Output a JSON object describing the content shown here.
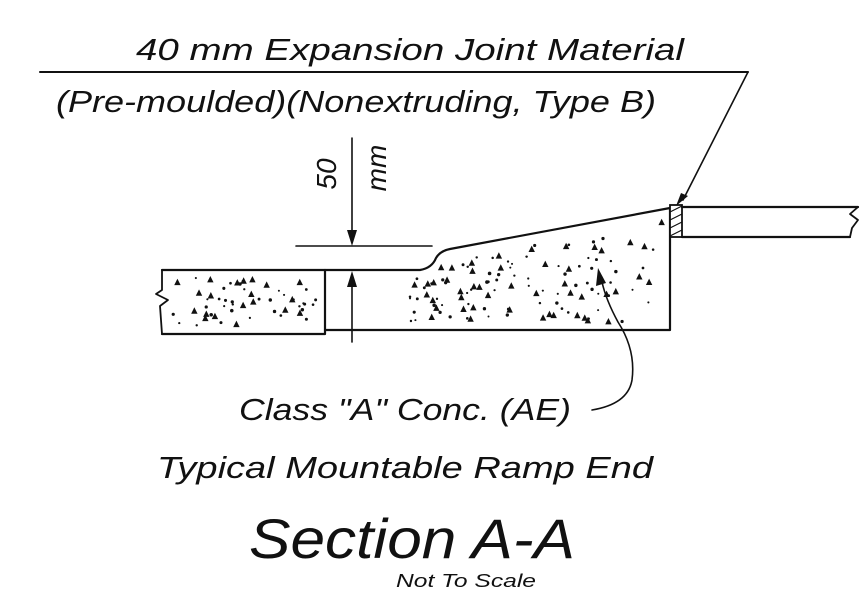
{
  "labels": {
    "joint_line1": "40 mm Expansion Joint Material",
    "joint_line2": "(Pre-moulded)(Nonextruding, Type B)",
    "dim_value": "50",
    "dim_unit": "mm",
    "concrete": "Class \"A\" Conc. (AE)",
    "subtitle": "Typical Mountable Ramp End",
    "title": "Section A-A",
    "scale_note": "Not To Scale"
  },
  "colors": {
    "ink": "#111111",
    "paper": "#ffffff"
  }
}
